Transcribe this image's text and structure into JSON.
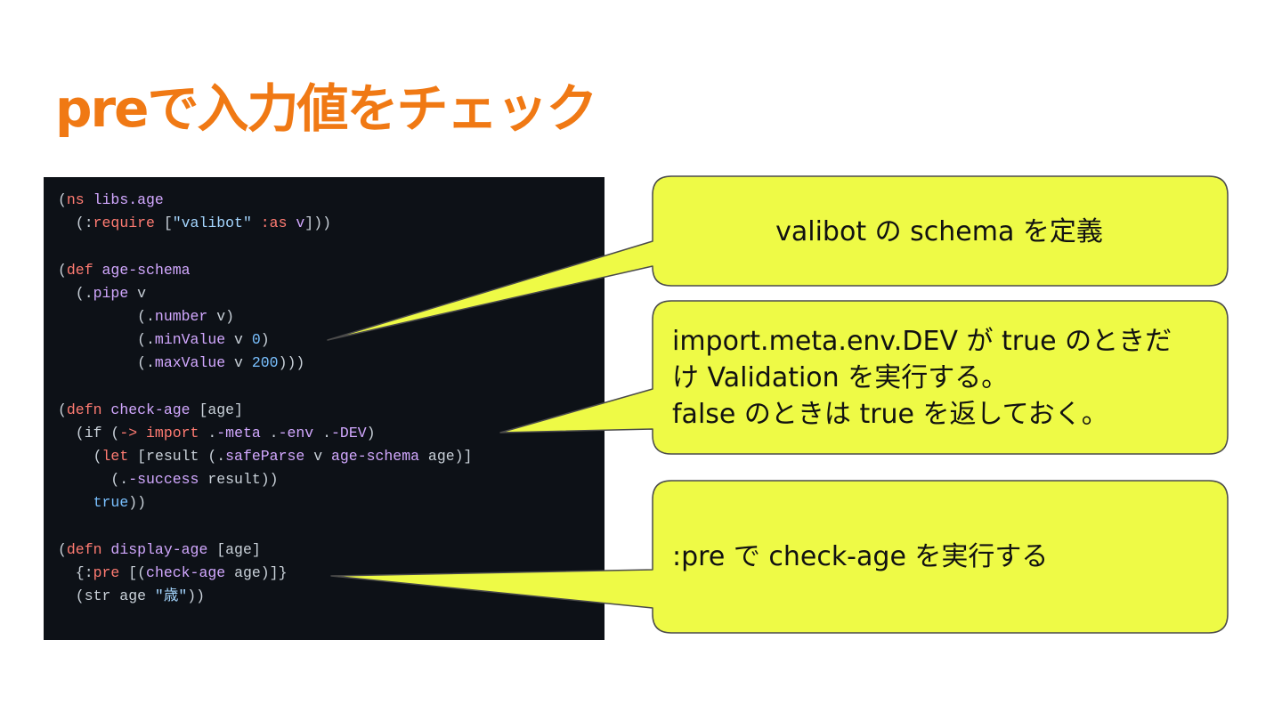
{
  "slide": {
    "title_prefix": "pre",
    "title_main": "で入力値をチェック",
    "colors": {
      "title": "#f07914",
      "code_background": "#0d1117",
      "callout_fill": "#eefa46",
      "callout_stroke": "#4a4a4a"
    }
  },
  "code": {
    "language": "clojure",
    "lines": [
      [
        [
          "tok-punct",
          "("
        ],
        [
          "tok-kw",
          "ns"
        ],
        [
          "tok-punct",
          " "
        ],
        [
          "tok-name",
          "libs.age"
        ]
      ],
      [
        [
          "tok-punct",
          "  (:"
        ],
        [
          "tok-kw",
          "require"
        ],
        [
          "tok-punct",
          " ["
        ],
        [
          "tok-str",
          "\"valibot\""
        ],
        [
          "tok-punct",
          " "
        ],
        [
          "tok-kw",
          ":as"
        ],
        [
          "tok-punct",
          " "
        ],
        [
          "tok-name",
          "v"
        ],
        [
          "tok-punct",
          "]))"
        ]
      ],
      [],
      [
        [
          "tok-punct",
          "("
        ],
        [
          "tok-kw",
          "def"
        ],
        [
          "tok-punct",
          " "
        ],
        [
          "tok-name",
          "age-schema"
        ]
      ],
      [
        [
          "tok-punct",
          "  (."
        ],
        [
          "tok-fn",
          "pipe"
        ],
        [
          "tok-punct",
          " "
        ],
        [
          "tok-var",
          "v"
        ]
      ],
      [
        [
          "tok-punct",
          "         (."
        ],
        [
          "tok-fn",
          "number"
        ],
        [
          "tok-punct",
          " "
        ],
        [
          "tok-var",
          "v"
        ],
        [
          "tok-punct",
          ")"
        ]
      ],
      [
        [
          "tok-punct",
          "         (."
        ],
        [
          "tok-fn",
          "minValue"
        ],
        [
          "tok-punct",
          " "
        ],
        [
          "tok-var",
          "v"
        ],
        [
          "tok-punct",
          " "
        ],
        [
          "tok-num",
          "0"
        ],
        [
          "tok-punct",
          ")"
        ]
      ],
      [
        [
          "tok-punct",
          "         (."
        ],
        [
          "tok-fn",
          "maxValue"
        ],
        [
          "tok-punct",
          " "
        ],
        [
          "tok-var",
          "v"
        ],
        [
          "tok-punct",
          " "
        ],
        [
          "tok-num",
          "200"
        ],
        [
          "tok-punct",
          ")))"
        ]
      ],
      [],
      [
        [
          "tok-punct",
          "("
        ],
        [
          "tok-kw",
          "defn"
        ],
        [
          "tok-punct",
          " "
        ],
        [
          "tok-name",
          "check-age"
        ],
        [
          "tok-punct",
          " [age]"
        ]
      ],
      [
        [
          "tok-punct",
          "  (if ("
        ],
        [
          "tok-kw",
          "->"
        ],
        [
          "tok-punct",
          " "
        ],
        [
          "tok-kw",
          "import"
        ],
        [
          "tok-punct",
          " ."
        ],
        [
          "tok-fn",
          "-meta"
        ],
        [
          "tok-punct",
          " ."
        ],
        [
          "tok-fn",
          "-env"
        ],
        [
          "tok-punct",
          " ."
        ],
        [
          "tok-fn",
          "-DEV"
        ],
        [
          "tok-punct",
          ")"
        ]
      ],
      [
        [
          "tok-punct",
          "    ("
        ],
        [
          "tok-kw",
          "let"
        ],
        [
          "tok-punct",
          " [result (."
        ],
        [
          "tok-fn",
          "safeParse"
        ],
        [
          "tok-punct",
          " "
        ],
        [
          "tok-var",
          "v"
        ],
        [
          "tok-punct",
          " "
        ],
        [
          "tok-name",
          "age-schema"
        ],
        [
          "tok-punct",
          " age)]"
        ]
      ],
      [
        [
          "tok-punct",
          "      (."
        ],
        [
          "tok-fn",
          "-success"
        ],
        [
          "tok-punct",
          " result))"
        ]
      ],
      [
        [
          "tok-punct",
          "    "
        ],
        [
          "tok-bool",
          "true"
        ],
        [
          "tok-punct",
          "))"
        ]
      ],
      [],
      [
        [
          "tok-punct",
          "("
        ],
        [
          "tok-kw",
          "defn"
        ],
        [
          "tok-punct",
          " "
        ],
        [
          "tok-name",
          "display-age"
        ],
        [
          "tok-punct",
          " [age]"
        ]
      ],
      [
        [
          "tok-punct",
          "  {:"
        ],
        [
          "tok-kw",
          "pre"
        ],
        [
          "tok-punct",
          " [("
        ],
        [
          "tok-name",
          "check-age"
        ],
        [
          "tok-punct",
          " age)]}"
        ]
      ],
      [
        [
          "tok-punct",
          "  (str age "
        ],
        [
          "tok-str",
          "\"歳\""
        ],
        [
          "tok-punct",
          "))"
        ]
      ]
    ]
  },
  "callouts": [
    {
      "lines": [
        "valibot の schema を定義"
      ]
    },
    {
      "lines": [
        "import.meta.env.DEV が true のときだ",
        "け Validation を実行する。",
        "false のときは true を返しておく。"
      ]
    },
    {
      "lines": [
        ":pre で check-age を実行する"
      ]
    }
  ]
}
